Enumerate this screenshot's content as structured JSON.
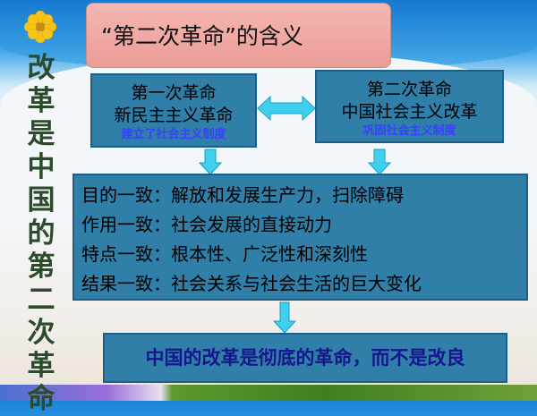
{
  "side_title": "改革是中国的第二次革命",
  "title": "“第二次革命”的含义",
  "left_box": {
    "line1": "第一次革命",
    "line2": "新民主主义革命",
    "note": "建立了社会主义制度"
  },
  "right_box": {
    "line1": "第二次革命",
    "line2": "中国社会主义改革",
    "note": "巩固社会主义制度"
  },
  "points": [
    "目的一致：解放和发展生产力，扫除障碍",
    "作用一致：社会发展的直接动力",
    "特点一致：根本性、广泛性和深刻性",
    "结果一致：社会关系与社会生活的巨大变化"
  ],
  "conclusion": "中国的改革是彻底的革命，而不是改良",
  "colors": {
    "box": "#2f7fa9",
    "arrow": "#3fd0f0",
    "title_bg": "#f0a8a3",
    "note": "#3a40ff",
    "conclusion": "#16168c"
  }
}
